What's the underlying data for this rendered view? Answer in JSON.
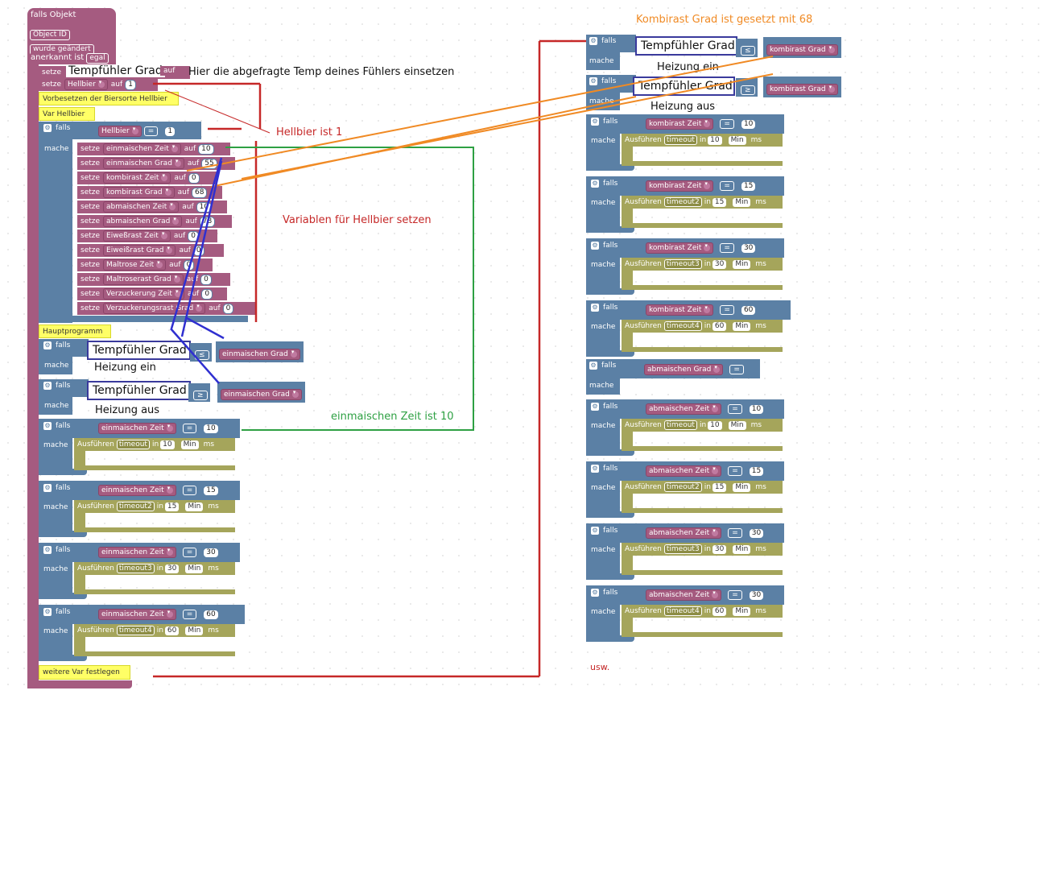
{
  "event": {
    "line1": "falls Objekt",
    "line2": "Object ID",
    "line3": "wurde geändert",
    "line4a": "anerkannt ist",
    "line4b": "egal"
  },
  "left": {
    "set_temp": {
      "kw": "setze",
      "label": "Tempfühler Grad",
      "auf": "auf"
    },
    "set_hellbier": {
      "kw": "setze",
      "var": "Hellbier",
      "auf": "auf",
      "val": "1"
    },
    "comment1": "Vorbesetzen der Biersorte Hellbier",
    "comment2": "Var Hellbier",
    "if_hellbier": {
      "falls": "falls",
      "var": "Hellbier",
      "op": "=",
      "val": "1",
      "mache": "mache"
    },
    "sets": [
      {
        "kw": "setze",
        "var": "einmaischen Zeit",
        "auf": "auf",
        "val": "10"
      },
      {
        "kw": "setze",
        "var": "einmaischen Grad",
        "auf": "auf",
        "val": "55"
      },
      {
        "kw": "setze",
        "var": "kombirast Zeit",
        "auf": "auf",
        "val": "0"
      },
      {
        "kw": "setze",
        "var": "kombirast Grad",
        "auf": "auf",
        "val": "68"
      },
      {
        "kw": "setze",
        "var": "abmaischen Zeit",
        "auf": "auf",
        "val": "10"
      },
      {
        "kw": "setze",
        "var": "abmaischen Grad",
        "auf": "auf",
        "val": "78"
      },
      {
        "kw": "setze",
        "var": "Eiweßrast Zeit",
        "auf": "auf",
        "val": "0"
      },
      {
        "kw": "setze",
        "var": "Eiweißrast Grad",
        "auf": "auf",
        "val": "0"
      },
      {
        "kw": "setze",
        "var": "Maltrose Zeit",
        "auf": "auf",
        "val": "0"
      },
      {
        "kw": "setze",
        "var": "Maltroserast Grad",
        "auf": "auf",
        "val": "0"
      },
      {
        "kw": "setze",
        "var": "Verzuckerung Zeit",
        "auf": "auf",
        "val": "0"
      },
      {
        "kw": "setze",
        "var": "Verzuckerungsrast Grad",
        "auf": "auf",
        "val": "0"
      }
    ],
    "hauptprogramm": "Hauptprogramm",
    "cmp1": {
      "falls": "falls",
      "label": "Tempfühler Grad",
      "op": "≤",
      "var": "einmaischen Grad",
      "mache": "mache",
      "action": "Heizung ein"
    },
    "cmp2": {
      "falls": "falls",
      "label": "Tempfühler Grad",
      "op": "≥",
      "var": "einmaischen Grad",
      "mache": "mache",
      "action": "Heizung aus"
    },
    "timers": [
      {
        "falls": "falls",
        "var": "einmaischen Zeit",
        "op": "=",
        "val": "10",
        "mache": "mache",
        "exec": "Ausführen",
        "timeout": "timeout",
        "in": "in",
        "n": "10",
        "unit": "Min",
        "ms": "ms"
      },
      {
        "falls": "falls",
        "var": "einmaischen Zeit",
        "op": "=",
        "val": "15",
        "mache": "mache",
        "exec": "Ausführen",
        "timeout": "timeout2",
        "in": "in",
        "n": "15",
        "unit": "Min",
        "ms": "ms"
      },
      {
        "falls": "falls",
        "var": "einmaischen Zeit",
        "op": "=",
        "val": "30",
        "mache": "mache",
        "exec": "Ausführen",
        "timeout": "timeout3",
        "in": "in",
        "n": "30",
        "unit": "Min",
        "ms": "ms"
      },
      {
        "falls": "falls",
        "var": "einmaischen Zeit",
        "op": "=",
        "val": "60",
        "mache": "mache",
        "exec": "Ausführen",
        "timeout": "timeout4",
        "in": "in",
        "n": "60",
        "unit": "Min",
        "ms": "ms"
      }
    ],
    "footer": "weitere Var festlegen"
  },
  "right": {
    "cmp1": {
      "falls": "falls",
      "label": "Tempfühler Grad",
      "op": "≤",
      "var": "kombirast Grad",
      "mache": "mache",
      "action": "Heizung ein"
    },
    "cmp2": {
      "falls": "falls",
      "label": "Tempfühler Grad",
      "op": "≥",
      "var": "kombirast Grad",
      "mache": "mache",
      "action": "Heizung aus"
    },
    "timers": [
      {
        "falls": "falls",
        "var": "kombirast Zeit",
        "op": "=",
        "val": "10",
        "mache": "mache",
        "exec": "Ausführen",
        "timeout": "timeout",
        "in": "in",
        "n": "10",
        "unit": "Min",
        "ms": "ms"
      },
      {
        "falls": "falls",
        "var": "kombirast Zeit",
        "op": "=",
        "val": "15",
        "mache": "mache",
        "exec": "Ausführen",
        "timeout": "timeout2",
        "in": "in",
        "n": "15",
        "unit": "Min",
        "ms": "ms"
      },
      {
        "falls": "falls",
        "var": "kombirast Zeit",
        "op": "=",
        "val": "30",
        "mache": "mache",
        "exec": "Ausführen",
        "timeout": "timeout3",
        "in": "in",
        "n": "30",
        "unit": "Min",
        "ms": "ms"
      },
      {
        "falls": "falls",
        "var": "kombirast Zeit",
        "op": "=",
        "val": "60",
        "mache": "mache",
        "exec": "Ausführen",
        "timeout": "timeout4",
        "in": "in",
        "n": "60",
        "unit": "Min",
        "ms": "ms"
      }
    ],
    "abm_grad": {
      "falls": "falls",
      "var": "abmaischen Grad",
      "op": "=",
      "mache": "mache"
    },
    "timers2": [
      {
        "falls": "falls",
        "var": "abmaischen Zeit",
        "op": "=",
        "val": "10",
        "mache": "mache",
        "exec": "Ausführen",
        "timeout": "timeout",
        "in": "in",
        "n": "10",
        "unit": "Min",
        "ms": "ms"
      },
      {
        "falls": "falls",
        "var": "abmaischen Zeit",
        "op": "=",
        "val": "15",
        "mache": "mache",
        "exec": "Ausführen",
        "timeout": "timeout2",
        "in": "in",
        "n": "15",
        "unit": "Min",
        "ms": "ms"
      },
      {
        "falls": "falls",
        "var": "abmaischen Zeit",
        "op": "=",
        "val": "30",
        "mache": "mache",
        "exec": "Ausführen",
        "timeout": "timeout3",
        "in": "in",
        "n": "30",
        "unit": "Min",
        "ms": "ms"
      },
      {
        "falls": "falls",
        "var": "abmaischen Zeit",
        "op": "=",
        "val": "30",
        "mache": "mache",
        "exec": "Ausführen",
        "timeout": "timeout4",
        "in": "in",
        "n": "60",
        "unit": "Min",
        "ms": "ms"
      }
    ],
    "usw": "usw."
  },
  "annotations": {
    "temp_hint": "Hier die abgefragte Temp deines Fühlers einsetzen",
    "hellbier_is_1": "Hellbier ist 1",
    "vars_hellbier": "Variablen für Hellbier setzen",
    "einmaischen_zeit": "einmaischen Zeit ist 10",
    "kombirast_grad": "Kombirast Grad  ist gesetzt mit 68"
  },
  "colors": {
    "event": "#a55b80",
    "logic": "#5b80a5",
    "timer": "#a5a55b",
    "comment": "#ffff66",
    "red": "#c62828",
    "green": "#2ea043",
    "orange": "#f08a24",
    "blue": "#2f2fd0"
  }
}
